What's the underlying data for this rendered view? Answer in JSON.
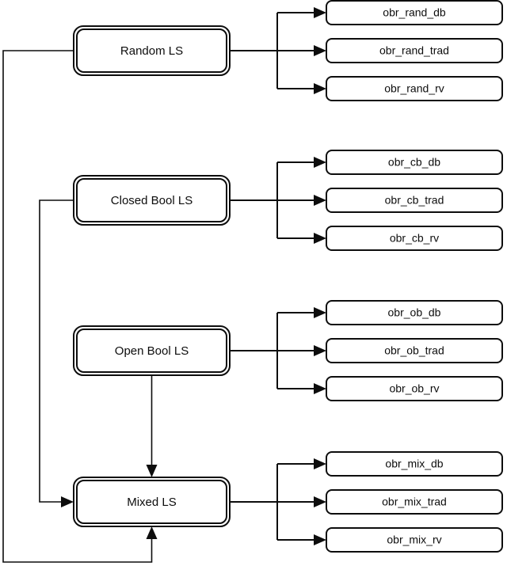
{
  "diagram": {
    "type": "flowchart",
    "title": "",
    "background_color": "#ffffff",
    "line_color": "#0d0d0d",
    "text_color": "#0d0d0d",
    "groups": [
      {
        "id": "random",
        "node_label": "Random LS",
        "node_style": "double-rounded-rect",
        "leaves": [
          {
            "label": "obr_rand_db"
          },
          {
            "label": "obr_rand_trad"
          },
          {
            "label": "obr_rand_rv"
          }
        ]
      },
      {
        "id": "closed_bool",
        "node_label": "Closed Bool LS",
        "node_style": "double-rounded-rect",
        "leaves": [
          {
            "label": "obr_cb_db"
          },
          {
            "label": "obr_cb_trad"
          },
          {
            "label": "obr_cb_rv"
          }
        ]
      },
      {
        "id": "open_bool",
        "node_label": "Open Bool LS",
        "node_style": "double-rounded-rect",
        "leaves": [
          {
            "label": "obr_ob_db"
          },
          {
            "label": "obr_ob_trad"
          },
          {
            "label": "obr_ob_rv"
          }
        ]
      },
      {
        "id": "mixed",
        "node_label": "Mixed LS",
        "node_style": "double-rounded-rect",
        "leaves": [
          {
            "label": "obr_mix_db"
          },
          {
            "label": "obr_mix_trad"
          },
          {
            "label": "obr_mix_rv"
          }
        ]
      }
    ],
    "edges": [
      {
        "from": "random",
        "to": "mixed",
        "style": "orthogonal-left-bottom",
        "arrow": true
      },
      {
        "from": "closed_bool",
        "to": "mixed",
        "style": "orthogonal-left",
        "arrow": true
      },
      {
        "from": "open_bool",
        "to": "mixed",
        "style": "vertical-down",
        "arrow": true
      }
    ]
  }
}
